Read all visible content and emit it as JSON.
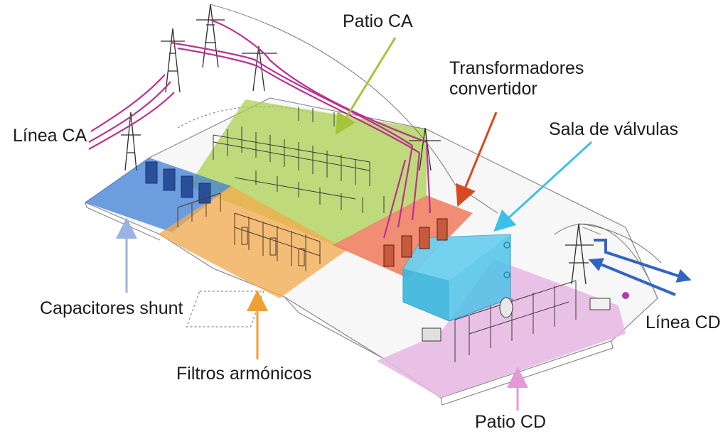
{
  "labels": {
    "patio_ca": "Patio CA",
    "transformadores_line1": "Transformadores",
    "transformadores_line2": "convertidor",
    "linea_ca": "Línea CA",
    "sala_valvulas": "Sala de válvulas",
    "capacitores": "Capacitores shunt",
    "filtros": "Filtros armónicos",
    "linea_cd": "Línea CD",
    "patio_cd": "Patio CD"
  },
  "colors": {
    "patio_ca_zone": "#a7cf4a",
    "patio_ca_arrow": "#a6c43b",
    "transformadores_zone": "#ef7a5c",
    "transformadores_arrow": "#d8491f",
    "sala_valvulas_zone": "#4fc3e6",
    "sala_valvulas_arrow": "#3cc0e8",
    "capacitores_zone": "#3d7fd6",
    "capacitores_arrow": "#9ab3e3",
    "filtros_zone": "#f3a94c",
    "filtros_arrow": "#f0a030",
    "patio_cd_zone": "#e8b7e3",
    "patio_cd_arrow": "#e49ad6",
    "linea_ca_wire": "#b8328f",
    "linea_cd_arrow": "#2f66c2"
  }
}
